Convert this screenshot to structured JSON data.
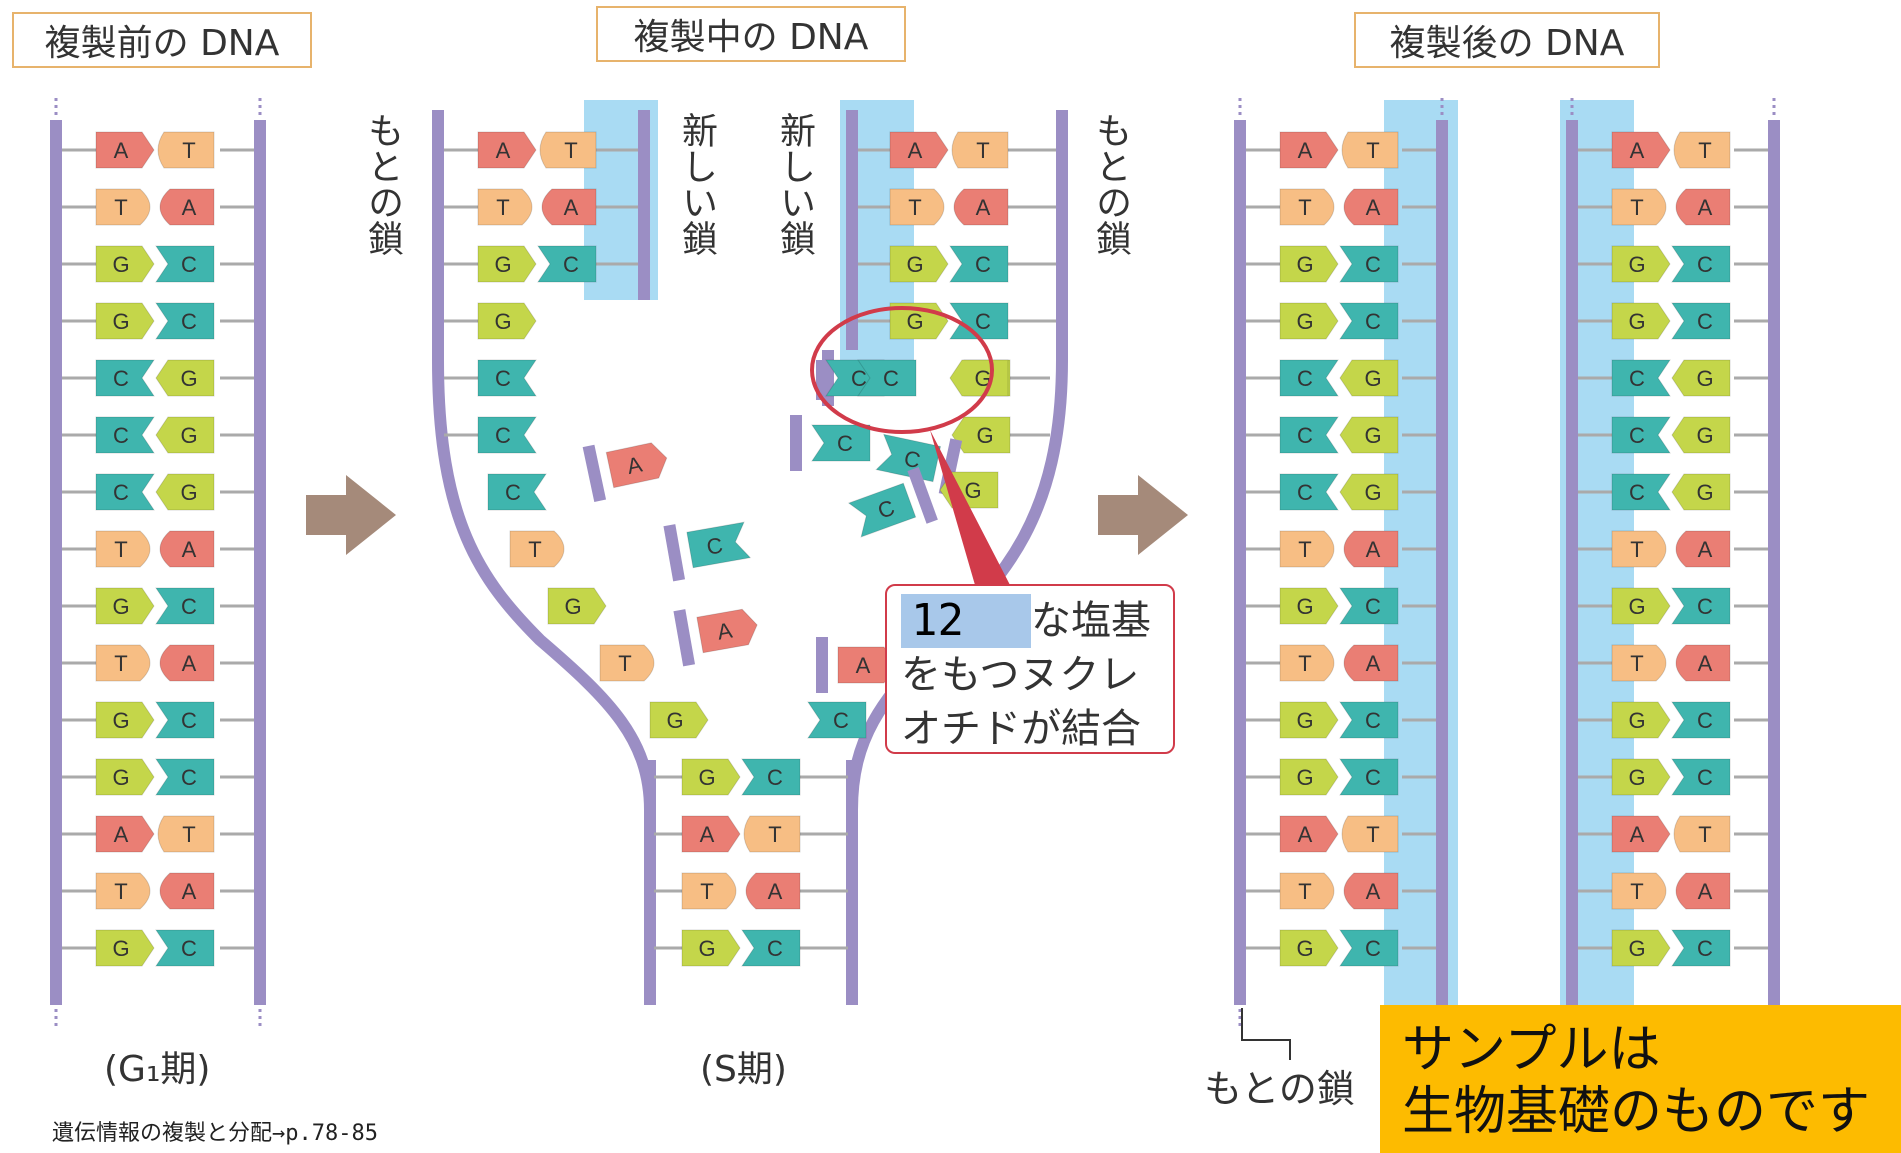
{
  "titles": {
    "before": "複製前の DNA",
    "during": "複製中の DNA",
    "after": "複製後の DNA"
  },
  "phases": {
    "g1": "(G₁期)",
    "s": "(S期)"
  },
  "strand_labels": {
    "original": "もとの鎖",
    "new": "新しい鎖"
  },
  "callout": {
    "blank_number": "12",
    "line1_rest": "な塩基",
    "line2": "をもつヌクレ",
    "line3": "オチドが結合"
  },
  "sample_notice": {
    "line1": "サンプルは",
    "line2": "生物基礎のものです"
  },
  "footnote": "遺伝情報の複製と分配→p.78-85",
  "colors": {
    "backbone": "#9b8ec4",
    "A": "#ea7e74",
    "T": "#f7be84",
    "G": "#c4d64a",
    "C": "#3fb5ae",
    "new_strand_highlight": "#a9dbf3",
    "arrow": "#a58a7a",
    "circle": "#d13b4a"
  },
  "sequence": [
    "A",
    "T",
    "G",
    "G",
    "C",
    "C",
    "C",
    "T",
    "G",
    "T",
    "G",
    "G",
    "A",
    "T",
    "G"
  ],
  "pair_map": {
    "A": "T",
    "T": "A",
    "G": "C",
    "C": "G"
  }
}
